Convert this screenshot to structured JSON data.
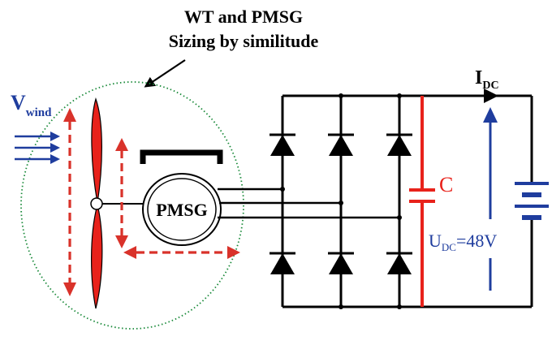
{
  "title": {
    "line1": "WT and PMSG",
    "line2": "Sizing by similitude"
  },
  "labels": {
    "wind_main": "V",
    "wind_sub": "wind",
    "generator": "PMSG",
    "capacitor": "C",
    "current_main": "I",
    "current_sub": "DC",
    "voltage_main": "U",
    "voltage_sub": "DC",
    "voltage_value": "=48V"
  },
  "colors": {
    "wire": "#000000",
    "blade": "#e8221b",
    "dashed_arrows": "#d9322a",
    "wind": "#1f3d9e",
    "boundary": "#1a8a3a",
    "capacitor": "#e8221b",
    "voltage_arrow": "#1f3d9e"
  },
  "icons": [
    "wind-turbine-blade-icon",
    "generator-icon",
    "diode-icon",
    "capacitor-icon",
    "battery-icon",
    "arrow-icon"
  ]
}
